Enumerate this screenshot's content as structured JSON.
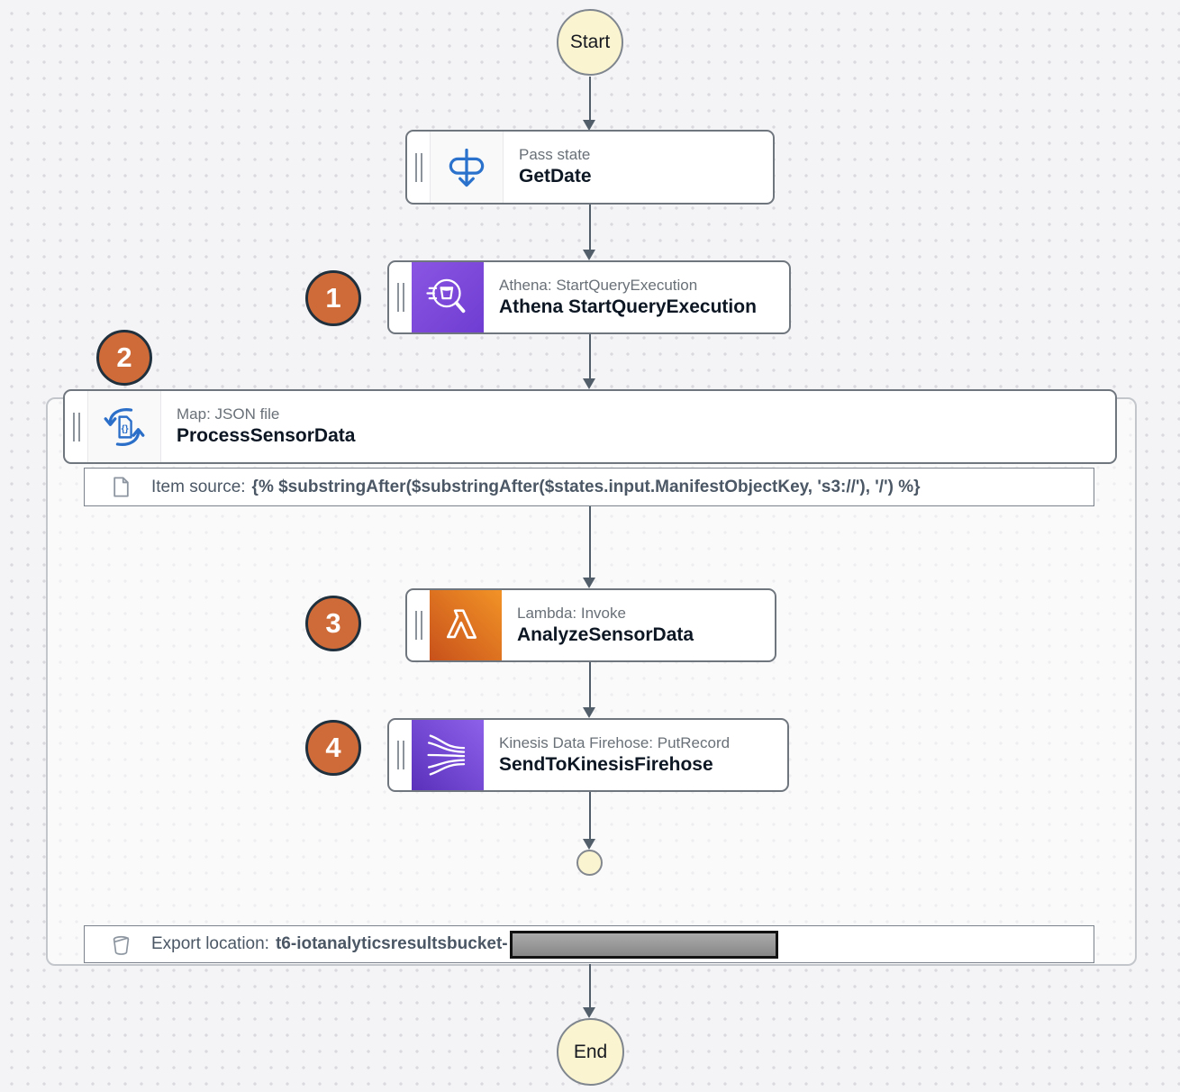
{
  "workflow": {
    "start": {
      "label": "Start"
    },
    "end": {
      "label": "End"
    },
    "states": {
      "pass": {
        "type_label": "Pass state",
        "name": "GetDate"
      },
      "athena": {
        "badge": "1",
        "type_label": "Athena: StartQueryExecution",
        "name": "Athena StartQueryExecution"
      },
      "map": {
        "badge": "2",
        "type_label": "Map: JSON file",
        "name": "ProcessSensorData"
      },
      "lambda": {
        "badge": "3",
        "type_label": "Lambda: Invoke",
        "name": "AnalyzeSensorData"
      },
      "kinesis": {
        "badge": "4",
        "type_label": "Kinesis Data Firehose: PutRecord",
        "name": "SendToKinesisFirehose"
      }
    },
    "map_details": {
      "item_source_label": "Item source:",
      "item_source_value": "{% $substringAfter($substringAfter($states.input.ManifestObjectKey, 's3://'), '/') %}",
      "export_label": "Export location:",
      "export_value": "t6-iotanalyticsresultsbucket-"
    }
  },
  "icons": {
    "pass": "pass-state-icon",
    "athena": "athena-service-icon",
    "map": "map-state-icon",
    "lambda": "lambda-service-icon",
    "kinesis": "kinesis-firehose-icon",
    "item_source": "document-icon",
    "export": "bucket-icon"
  },
  "colors": {
    "badge_fill": "#cf6b39",
    "badge_border": "#20303d",
    "terminal_fill": "#fbf4d1",
    "athena_purple": "#7a49dd",
    "lambda_orange": "#d9671f",
    "firehose_purple": "#6f41cf",
    "edge": "#525e6a",
    "canvas_bg": "#f4f4f6"
  }
}
